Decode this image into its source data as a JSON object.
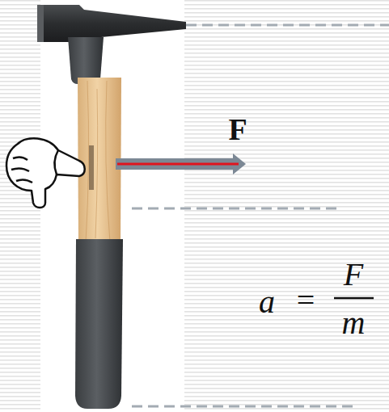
{
  "diagram": {
    "labels": [
      "F",
      "a",
      "=",
      "F",
      "m"
    ]
  }
}
